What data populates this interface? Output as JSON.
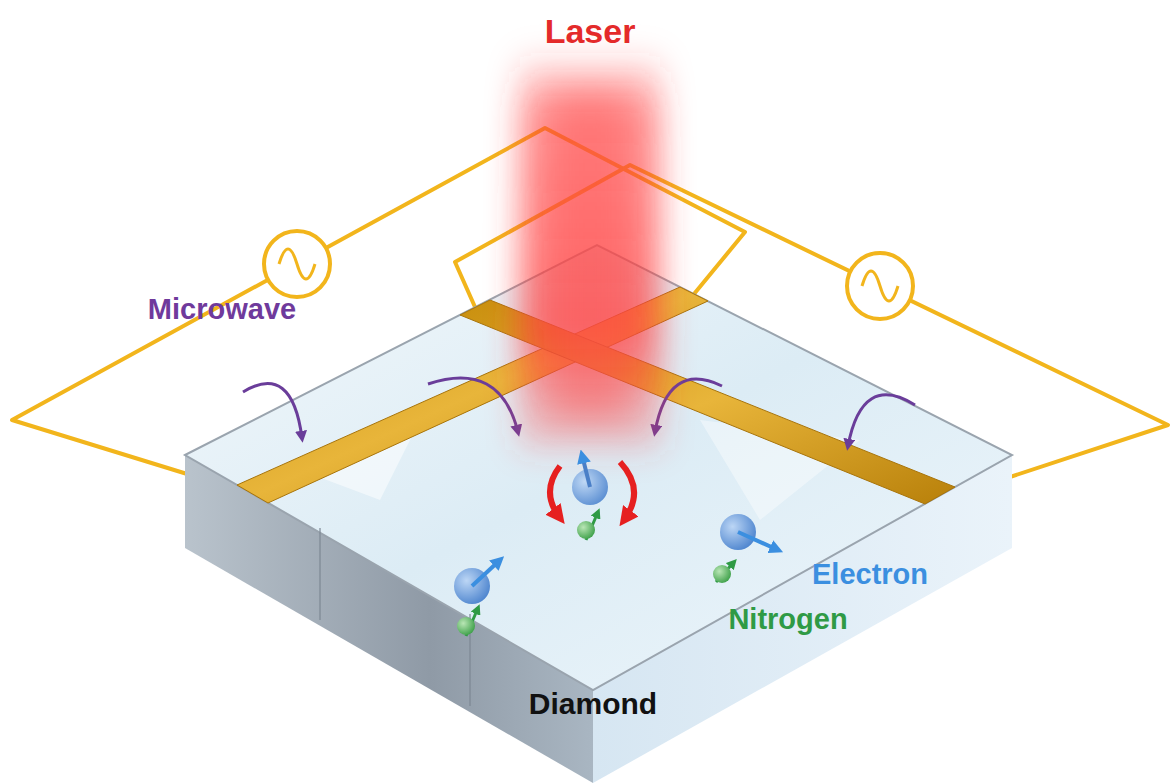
{
  "diagram": {
    "labels": [
      "Laser",
      "Microwave",
      "Electron",
      "Nitrogen",
      "Diamond"
    ]
  }
}
